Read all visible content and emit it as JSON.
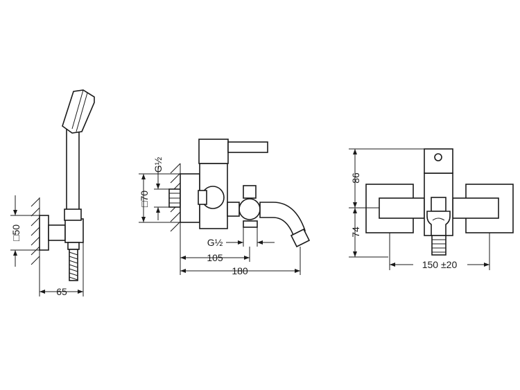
{
  "dimensions": {
    "handshower_square": "□50",
    "handshower_depth": "65",
    "mixer_square": "□70",
    "mixer_thread_top": "G½",
    "mixer_thread_bottom": "G½",
    "mixer_spout_offset": "105",
    "mixer_overall_length": "180",
    "front_height_top": "86",
    "front_height_bottom": "74",
    "front_centers": "150 ±20"
  }
}
